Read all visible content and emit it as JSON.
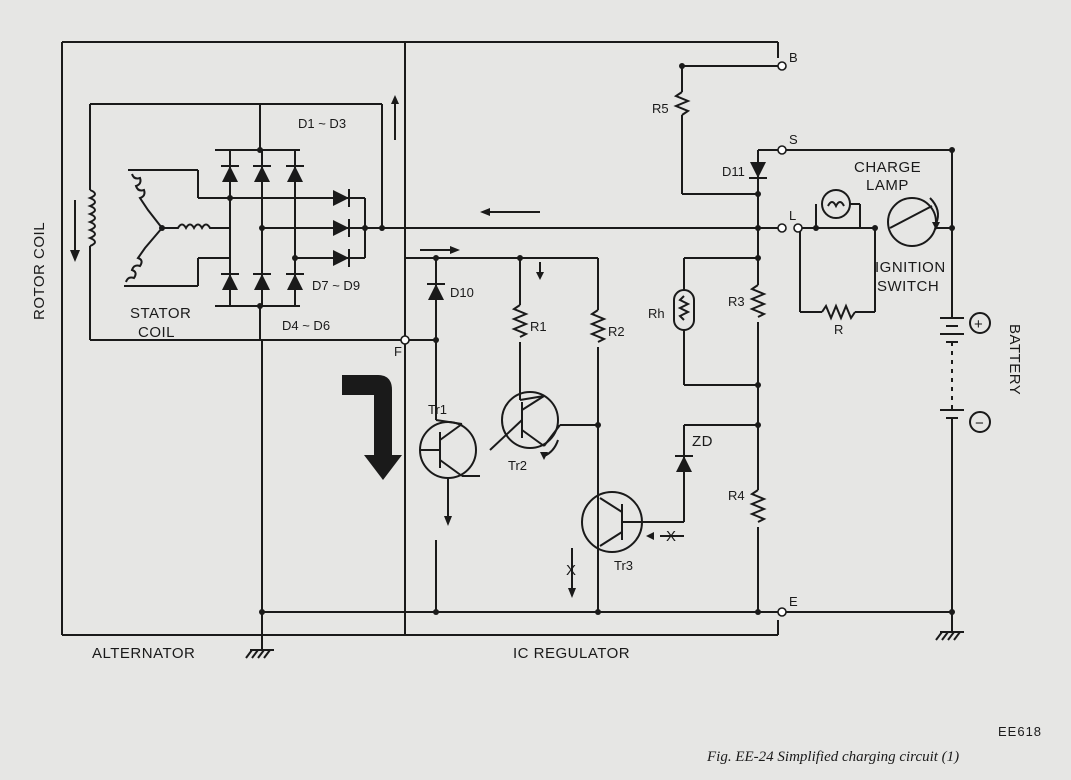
{
  "labels": {
    "rotor_coil": "ROTOR COIL",
    "stator_coil_1": "STATOR",
    "stator_coil_2": "COIL",
    "alternator": "ALTERNATOR",
    "ic_regulator": "IC REGULATOR",
    "battery": "BATTERY",
    "charge_lamp_1": "CHARGE",
    "charge_lamp_2": "LAMP",
    "ignition_switch_1": "IGNITION",
    "ignition_switch_2": "SWITCH",
    "d1_d3": "D1 ~ D3",
    "d4_d6": "D4 ~ D6",
    "d7_d9": "D7 ~ D9",
    "d10": "D10",
    "d11": "D11",
    "r1": "R1",
    "r2": "R2",
    "r3": "R3",
    "r4": "R4",
    "r5": "R5",
    "rh": "Rh",
    "r": "R",
    "zd": "ZD",
    "tr1": "Tr1",
    "tr2": "Tr2",
    "tr3": "Tr3",
    "x1": "X",
    "x2": "X",
    "plus": "+",
    "minus": "−"
  },
  "terminals": {
    "b": "B",
    "s": "S",
    "l": "L",
    "f": "F",
    "e": "E"
  },
  "figure": {
    "code": "EE618",
    "caption": "Fig. EE-24  Simplified charging circuit (1)"
  },
  "colors": {
    "background": "#e6e6e4",
    "ink": "#1a1a1a"
  }
}
